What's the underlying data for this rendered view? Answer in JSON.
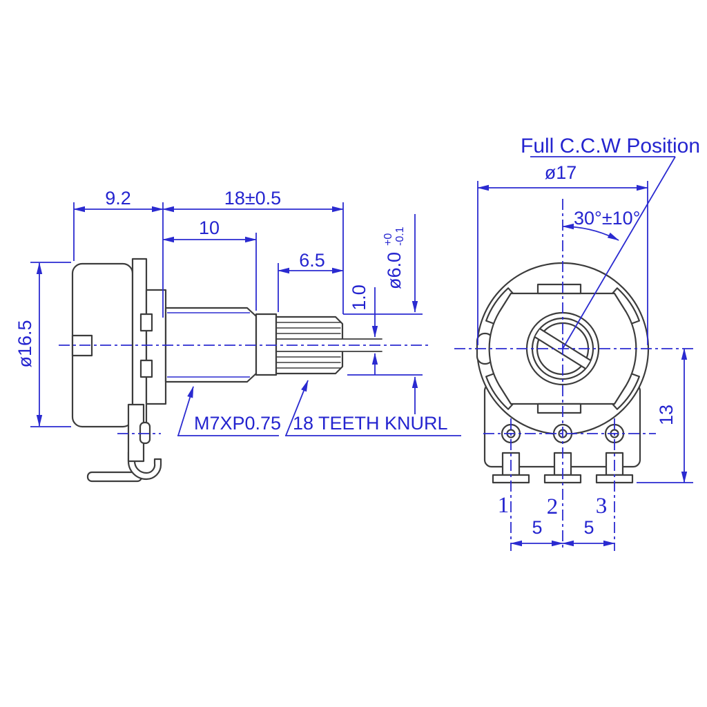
{
  "drawing": {
    "side_view": {
      "dim_body_depth": "9.2",
      "dim_shaft_length": "18±0.5",
      "dim_bushing_length": "10",
      "dim_knurl_length": "6.5",
      "dia_shaft": "ø6.0",
      "dia_shaft_tol_plus": "+0",
      "dia_shaft_tol_minus": "-0.1",
      "dim_slot_width": "1.0",
      "dia_body": "ø16.5",
      "thread_spec": "M7XP0.75",
      "knurl_spec": "18 TEETH KNURL"
    },
    "front_view": {
      "dia_face": "ø17",
      "ccw_label": "Full C.C.W Position",
      "rotation_angle": "30°±10°",
      "dim_terminal_height": "13",
      "pin_labels": [
        "1",
        "2",
        "3"
      ],
      "dim_pin_pitch_left": "5",
      "dim_pin_pitch_right": "5"
    },
    "colors": {
      "dimension_blue": "#2a2ad0",
      "outline_dark": "#3c3c3c",
      "background": "#ffffff"
    }
  }
}
